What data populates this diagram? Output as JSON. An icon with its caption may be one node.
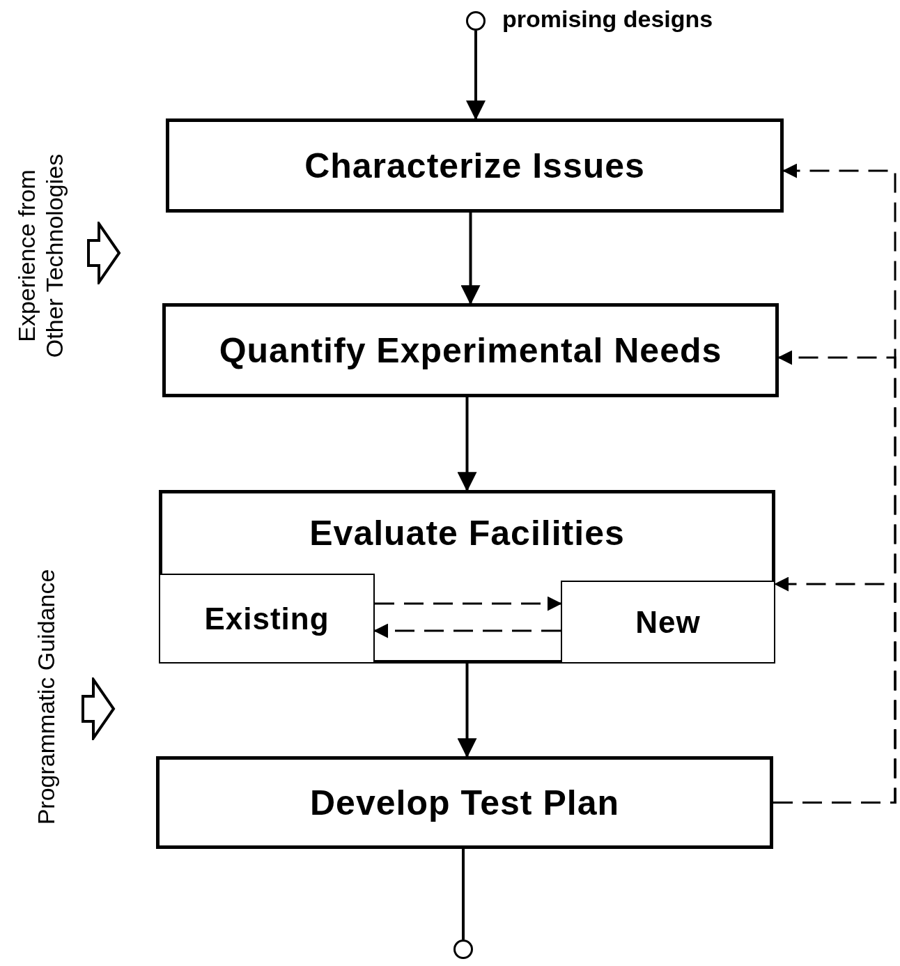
{
  "diagram": {
    "nodes": [
      {
        "text": [],
        "shape": "circle",
        "beside": [
          "promising designs"
        ]
      },
      {
        "text": [
          "Characterize Issues"
        ]
      },
      {
        "text": [
          "Quantify Experimental Needs"
        ]
      },
      {
        "text": [
          "Evaluate Facilities"
        ]
      },
      {
        "text": [
          "Existing"
        ],
        "in": 3
      },
      {
        "text": [
          "New"
        ],
        "in": 3
      },
      {
        "text": [
          "Develop Test Plan"
        ]
      },
      {
        "text": [],
        "shape": "circle"
      }
    ],
    "edges": [
      {
        "from": 0,
        "to": 1,
        "arrow": "to"
      },
      {
        "from": 1,
        "to": 2,
        "arrow": "to"
      },
      {
        "from": 2,
        "to": 3,
        "arrow": "to"
      },
      {
        "from": 3,
        "to": 6,
        "arrow": "to"
      },
      {
        "from": 6,
        "to": 7,
        "arrow": "none"
      },
      {
        "from": 6,
        "to": 1,
        "arrow": "to",
        "style": "dashed"
      },
      {
        "from": 6,
        "to": 2,
        "arrow": "to",
        "style": "dashed"
      },
      {
        "from": 6,
        "to": 3,
        "arrow": "to",
        "style": "dashed"
      },
      {
        "from": 4,
        "to": 5,
        "arrow": "to",
        "style": "dashed"
      },
      {
        "from": 5,
        "to": 4,
        "arrow": "to",
        "style": "dashed"
      }
    ],
    "labels": [
      "Experience from Other Technologies",
      "Programmatic Guidance"
    ]
  }
}
